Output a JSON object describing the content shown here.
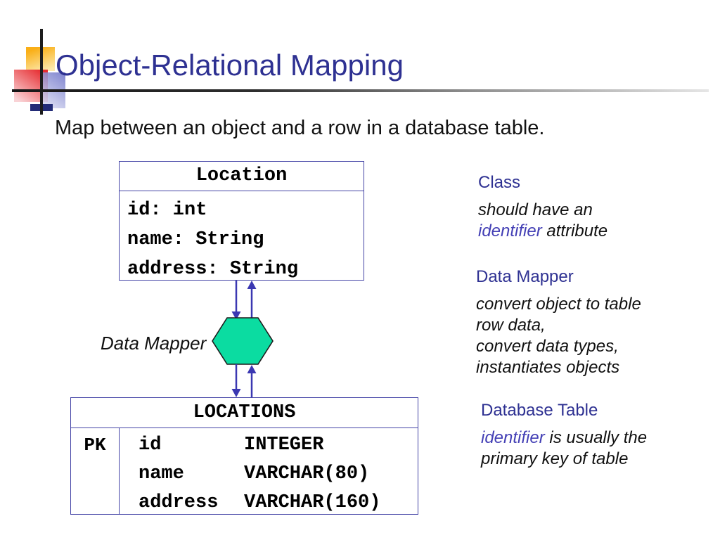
{
  "slide": {
    "title": "Object-Relational Mapping",
    "subtitle": "Map between an object and a row in a database table."
  },
  "class_box": {
    "name": "Location",
    "attributes": [
      "id: int",
      "name: String",
      "address: String"
    ]
  },
  "mapper": {
    "label": "Data Mapper"
  },
  "table_box": {
    "name": "LOCATIONS",
    "pk_label": "PK",
    "columns": [
      {
        "name": "id",
        "type": "INTEGER"
      },
      {
        "name": "name",
        "type": "VARCHAR(80)"
      },
      {
        "name": "address",
        "type": "VARCHAR(160)"
      }
    ]
  },
  "annotations": [
    {
      "heading": "Class",
      "lines": [
        [
          {
            "text": "should have an",
            "em": false
          }
        ],
        [
          {
            "text": "identifier",
            "em": true
          },
          {
            "text": " attribute",
            "em": false
          }
        ]
      ]
    },
    {
      "heading": "Data Mapper",
      "lines": [
        [
          {
            "text": "convert object to table",
            "em": false
          }
        ],
        [
          {
            "text": "row data,",
            "em": false
          }
        ],
        [
          {
            "text": "convert data types,",
            "em": false
          }
        ],
        [
          {
            "text": "instantiates objects",
            "em": false
          }
        ]
      ]
    },
    {
      "heading": "Database Table",
      "lines": [
        [
          {
            "text": "identifier",
            "em": true
          },
          {
            "text": " is usually the",
            "em": false
          }
        ],
        [
          {
            "text": "primary key of table",
            "em": false
          }
        ]
      ]
    }
  ],
  "colors": {
    "accent": "#2e3192",
    "em-text": "#433fb5",
    "box-border": "#4444a6",
    "arrow": "#3b38b2",
    "hexagon-fill": "#0bdca1",
    "hexagon-stroke": "#1c1c1c"
  }
}
